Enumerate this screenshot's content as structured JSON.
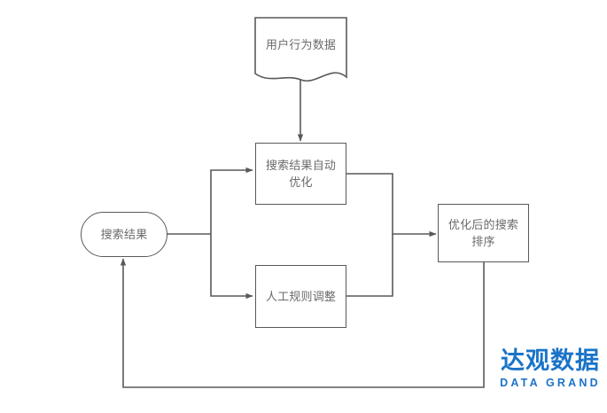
{
  "diagram": {
    "type": "flowchart",
    "background_color": "#ffffff",
    "stroke_color": "#595959",
    "text_color": "#6b6b6b",
    "nodes": [
      {
        "id": "user-behavior-data",
        "label": "用户行为数据",
        "shape": "document"
      },
      {
        "id": "auto-optimize",
        "label": "搜索结果自动优化",
        "label_line1": "搜索结果自动",
        "label_line2": "优化",
        "shape": "rectangle"
      },
      {
        "id": "manual-rule-adjust",
        "label": "人工规则调整",
        "shape": "rectangle"
      },
      {
        "id": "search-results",
        "label": "搜索结果",
        "shape": "stadium"
      },
      {
        "id": "optimized-ranking",
        "label": "优化后的搜索排序",
        "label_line1": "优化后的搜索",
        "label_line2": "排序",
        "shape": "rectangle"
      }
    ],
    "edges": [
      {
        "from": "user-behavior-data",
        "to": "auto-optimize",
        "label": ""
      },
      {
        "from": "search-results",
        "to": "auto-optimize",
        "label": ""
      },
      {
        "from": "search-results",
        "to": "manual-rule-adjust",
        "label": ""
      },
      {
        "from": "auto-optimize",
        "to": "optimized-ranking",
        "label": ""
      },
      {
        "from": "manual-rule-adjust",
        "to": "optimized-ranking",
        "label": ""
      },
      {
        "from": "optimized-ranking",
        "to": "search-results",
        "label": ""
      }
    ]
  },
  "logo": {
    "chinese": "达观数据",
    "english": "DATA GRAND",
    "color": "#1a73c8"
  }
}
